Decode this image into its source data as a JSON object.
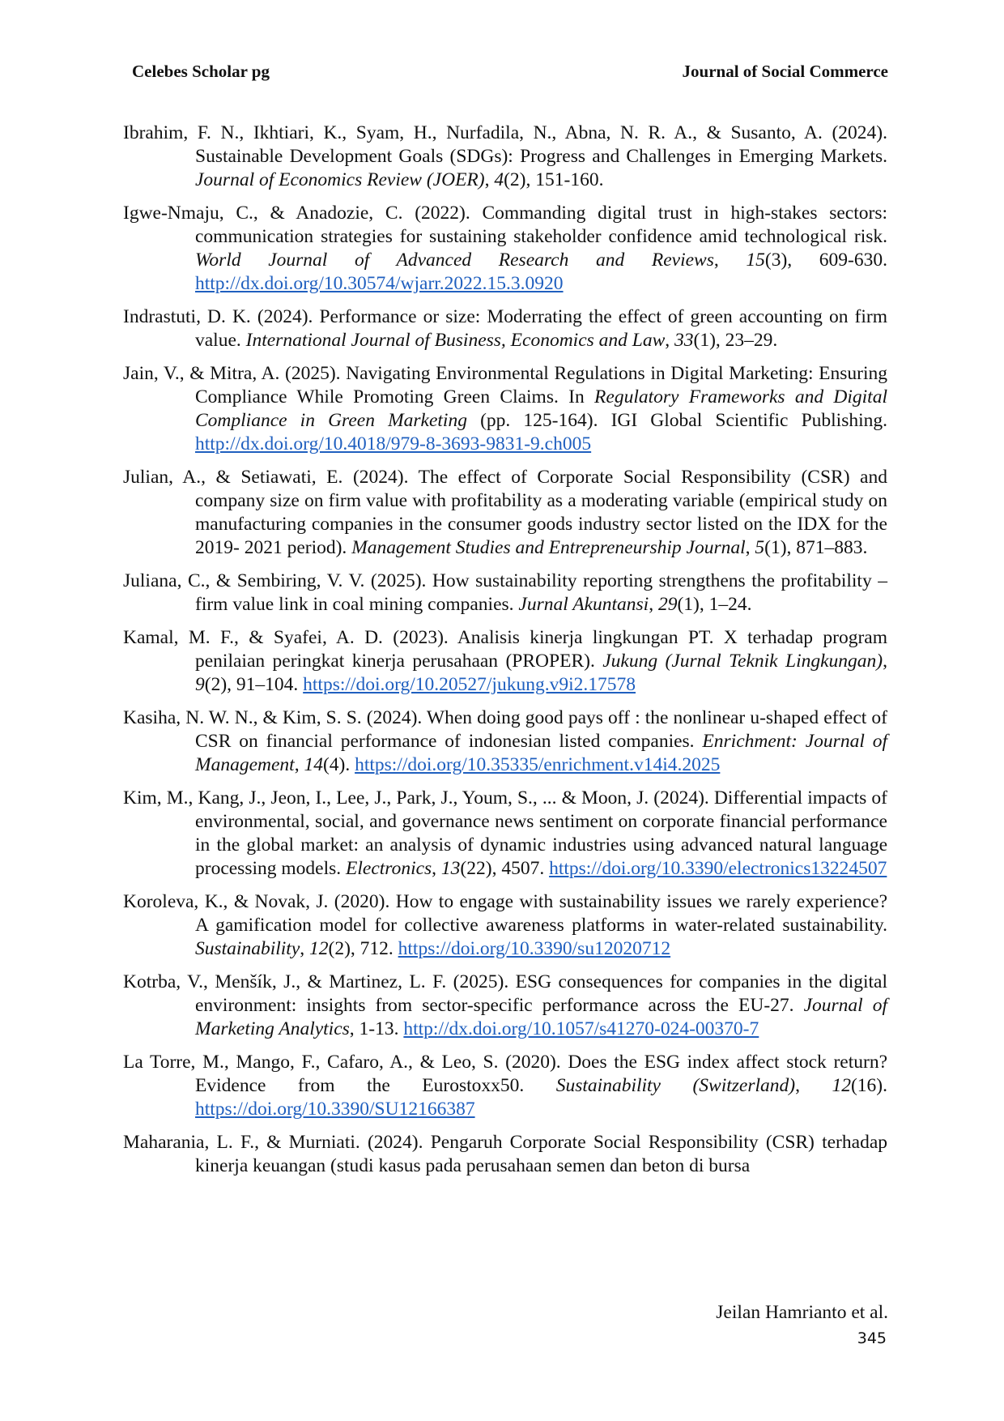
{
  "header": {
    "left": "Celebes Scholar pg",
    "right": "Journal of Social Commerce"
  },
  "references": [
    {
      "pre": "Ibrahim, F. N., Ikhtiari, K., Syam, H., Nurfadila, N., Abna, N. R. A., & Susanto, A. (2024). Sustainable Development Goals (SDGs): Progress and Challenges in Emerging Markets. ",
      "journal": "Journal of Economics Review (JOER)",
      "sep": ", ",
      "vol": "4",
      "post": "(2), 151-160.",
      "link": ""
    },
    {
      "pre": "Igwe-Nmaju, C., & Anadozie, C. (2022). Commanding digital trust in high-stakes sectors: communication strategies for sustaining stakeholder confidence amid technological risk. ",
      "journal": "World Journal of Advanced Research and Reviews",
      "sep": ", ",
      "vol": "15",
      "post": "(3), 609-630. ",
      "link": "http://dx.doi.org/10.30574/wjarr.2022.15.3.0920"
    },
    {
      "pre": "Indrastuti, D. K. (2024). Performance or size: Moderrating the effect of green accounting on firm value. ",
      "journal": "International Journal of Business, Economics and Law",
      "sep": ", ",
      "vol": "33",
      "post": "(1), 23–29.",
      "link": ""
    },
    {
      "pre": "Jain, V., & Mitra, A. (2025). Navigating Environmental Regulations in Digital Marketing: Ensuring Compliance While Promoting Green Claims. In ",
      "journal": "Regulatory Frameworks and Digital Compliance in Green Marketing",
      "sep": "",
      "vol": "",
      "post": " (pp. 125-164). IGI Global Scientific Publishing. ",
      "link": "http://dx.doi.org/10.4018/979-8-3693-9831-9.ch005"
    },
    {
      "pre": "Julian, A., & Setiawati, E. (2024). The effect of Corporate Social Responsibility (CSR) and company size on firm value with profitability as a moderating variable (empirical study on manufacturing companies in the consumer goods industry sector listed on the IDX for the 2019- 2021 period). ",
      "journal": "Management Studies and Entrepreneurship Journal",
      "sep": ", ",
      "vol": "5",
      "post": "(1), 871–883.",
      "link": ""
    },
    {
      "pre": "Juliana, C., & Sembiring, V. V. (2025). How sustainability reporting strengthens the profitability – firm value link in coal mining companies. ",
      "journal": "Jurnal Akuntansi",
      "sep": ", ",
      "vol": "29",
      "post": "(1), 1–24.",
      "link": ""
    },
    {
      "pre": "Kamal, M. F., & Syafei, A. D. (2023). Analisis kinerja lingkungan PT. X terhadap program penilaian peringkat kinerja perusahaan (PROPER). ",
      "journal": "Jukung (Jurnal Teknik Lingkungan)",
      "sep": ", ",
      "vol": "9",
      "post": "(2), 91–104. ",
      "link": "https://doi.org/10.20527/jukung.v9i2.17578"
    },
    {
      "pre": "Kasiha, N. W. N., & Kim, S. S. (2024). When doing good pays off : the nonlinear u-shaped effect of CSR on financial performance of indonesian listed companies. ",
      "journal": "Enrichment: Journal of Management",
      "sep": ", ",
      "vol": "14",
      "post": "(4). ",
      "link": "https://doi.org/10.35335/enrichment.v14i4.2025"
    },
    {
      "pre": "Kim, M., Kang, J., Jeon, I., Lee, J., Park, J., Youm, S., ... & Moon, J. (2024). Differential impacts of environmental, social, and governance news sentiment on corporate financial performance in the global market: an analysis of dynamic industries using advanced natural language processing models. ",
      "journal": "Electronics",
      "sep": ", ",
      "vol": "13",
      "post": "(22), 4507. ",
      "link": "https://doi.org/10.3390/electronics13224507"
    },
    {
      "pre": "Koroleva, K., & Novak, J. (2020). How to engage with sustainability issues we rarely experience? A gamification model for collective awareness platforms in water-related sustainability. ",
      "journal": "Sustainability",
      "sep": ", ",
      "vol": "12",
      "post": "(2), 712. ",
      "link": "https://doi.org/10.3390/su12020712"
    },
    {
      "pre": "Kotrba, V., Menšík, J., & Martinez, L. F. (2025). ESG consequences for companies in the digital environment: insights from sector-specific performance across the EU-27. ",
      "journal": "Journal of Marketing Analytics",
      "sep": "",
      "vol": "",
      "post": ", 1-13. ",
      "link": "http://dx.doi.org/10.1057/s41270-024-00370-7"
    },
    {
      "pre": "La Torre, M., Mango, F., Cafaro, A., & Leo, S. (2020). Does the ESG index affect stock return? Evidence from the Eurostoxx50. ",
      "journal": "Sustainability (Switzerland)",
      "sep": ", ",
      "vol": "12",
      "post": "(16). ",
      "link": "https://doi.org/10.3390/SU12166387"
    },
    {
      "pre": "Maharania, L. F., & Murniati. (2024). Pengaruh Corporate Social Responsibility (CSR) terhadap kinerja keuangan (studi kasus pada perusahaan semen dan beton di bursa",
      "journal": "",
      "sep": "",
      "vol": "",
      "post": "",
      "link": ""
    }
  ],
  "footer": {
    "author": "Jeilan Hamrianto et al.",
    "page_number": "345"
  }
}
